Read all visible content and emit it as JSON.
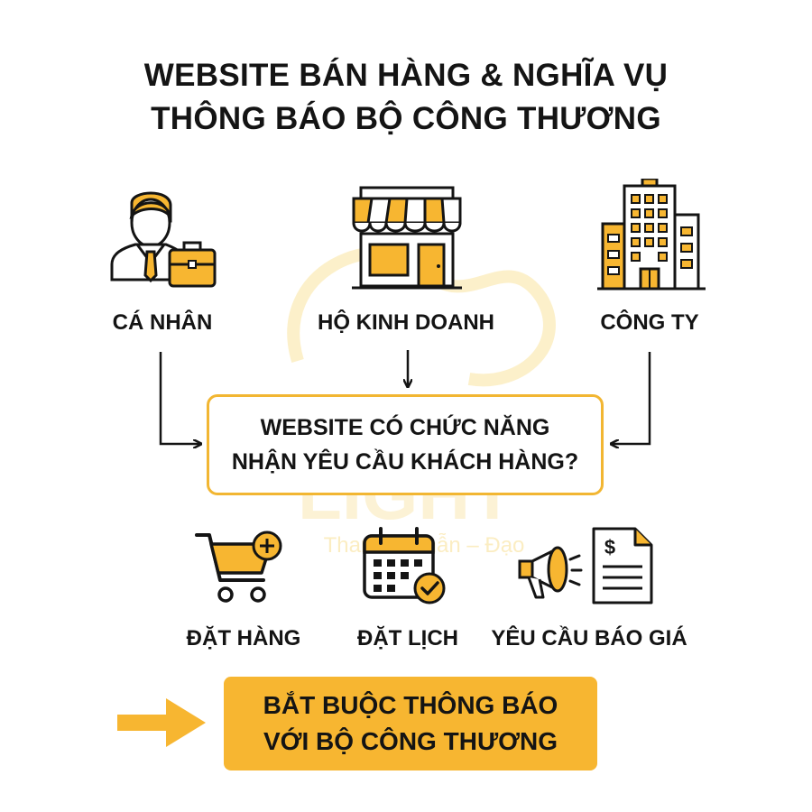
{
  "title": {
    "line1": "WEBSITE BÁN HÀNG & NGHĨA VỤ",
    "line2": "THÔNG BÁO BỘ CÔNG THƯƠNG"
  },
  "entities": [
    {
      "label": "CÁ NHÂN",
      "icon": "businessman-icon"
    },
    {
      "label": "HỘ KINH DOANH",
      "icon": "storefront-icon"
    },
    {
      "label": "CÔNG TY",
      "icon": "office-building-icon"
    }
  ],
  "question": {
    "line1": "WEBSITE CÓ CHỨC NĂNG",
    "line2": "NHẬN YÊU CẦU KHÁCH HÀNG?"
  },
  "functions": [
    {
      "label": "ĐẶT HÀNG",
      "icon": "shopping-cart-add-icon"
    },
    {
      "label": "ĐẶT LỊCH",
      "icon": "calendar-check-icon"
    },
    {
      "label": "YÊU CẦU BÁO GIÁ",
      "icon": "megaphone-invoice-icon"
    }
  ],
  "result": {
    "line1": "BẮT BUỘC THÔNG BÁO",
    "line2": "VỚI BỘ CÔNG THƯƠNG"
  },
  "watermark": {
    "brand": "LIGHT",
    "tagline": "Thanh – Nhẫn – Đạo"
  },
  "colors": {
    "accent": "#f7b631",
    "accent_border": "#f2b632",
    "stroke": "#141414",
    "watermark": "#fbe9b4"
  }
}
